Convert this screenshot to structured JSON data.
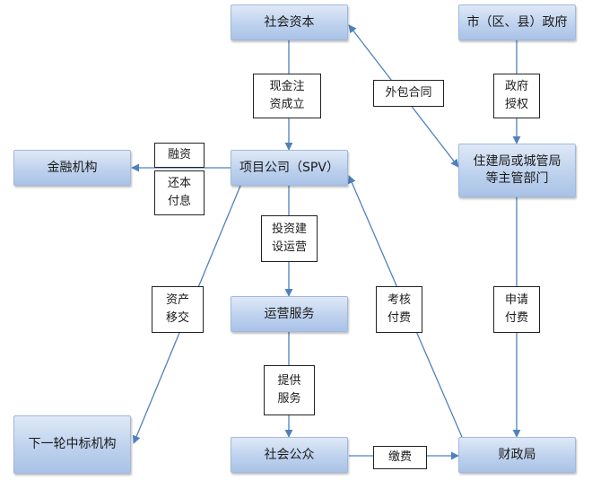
{
  "nodes": {
    "social_capital": "社会资本",
    "city_gov": "市（区、县）政府",
    "financial_institution": "金融机构",
    "project_company": "项目公司（SPV）",
    "housing_bureau": "住建局或城管局\n等主管部门",
    "operation_service": "运营服务",
    "next_bidder": "下一轮中标机构",
    "public": "社会公众",
    "finance_bureau": "财政局"
  },
  "labels": {
    "cash_injection": "现金注\n资成立",
    "outsourcing_contract": "外包合同",
    "government_authorization": "政府\n授权",
    "financing": "融资",
    "repay_interest": "还本\n付息",
    "invest_build_operate": "投资建\n设运营",
    "asset_transfer": "资产\n移交",
    "assess_pay": "考核\n付费",
    "apply_payment": "申请\n付费",
    "provide_service": "提供\n服务",
    "fee_payment": "缴费"
  },
  "colors": {
    "arrow": "#4f81bd",
    "box_fill_top": "#dfe9f6",
    "box_fill_bottom": "#a9c2e6",
    "box_border": "#9fb9df",
    "label_border": "#222222"
  }
}
